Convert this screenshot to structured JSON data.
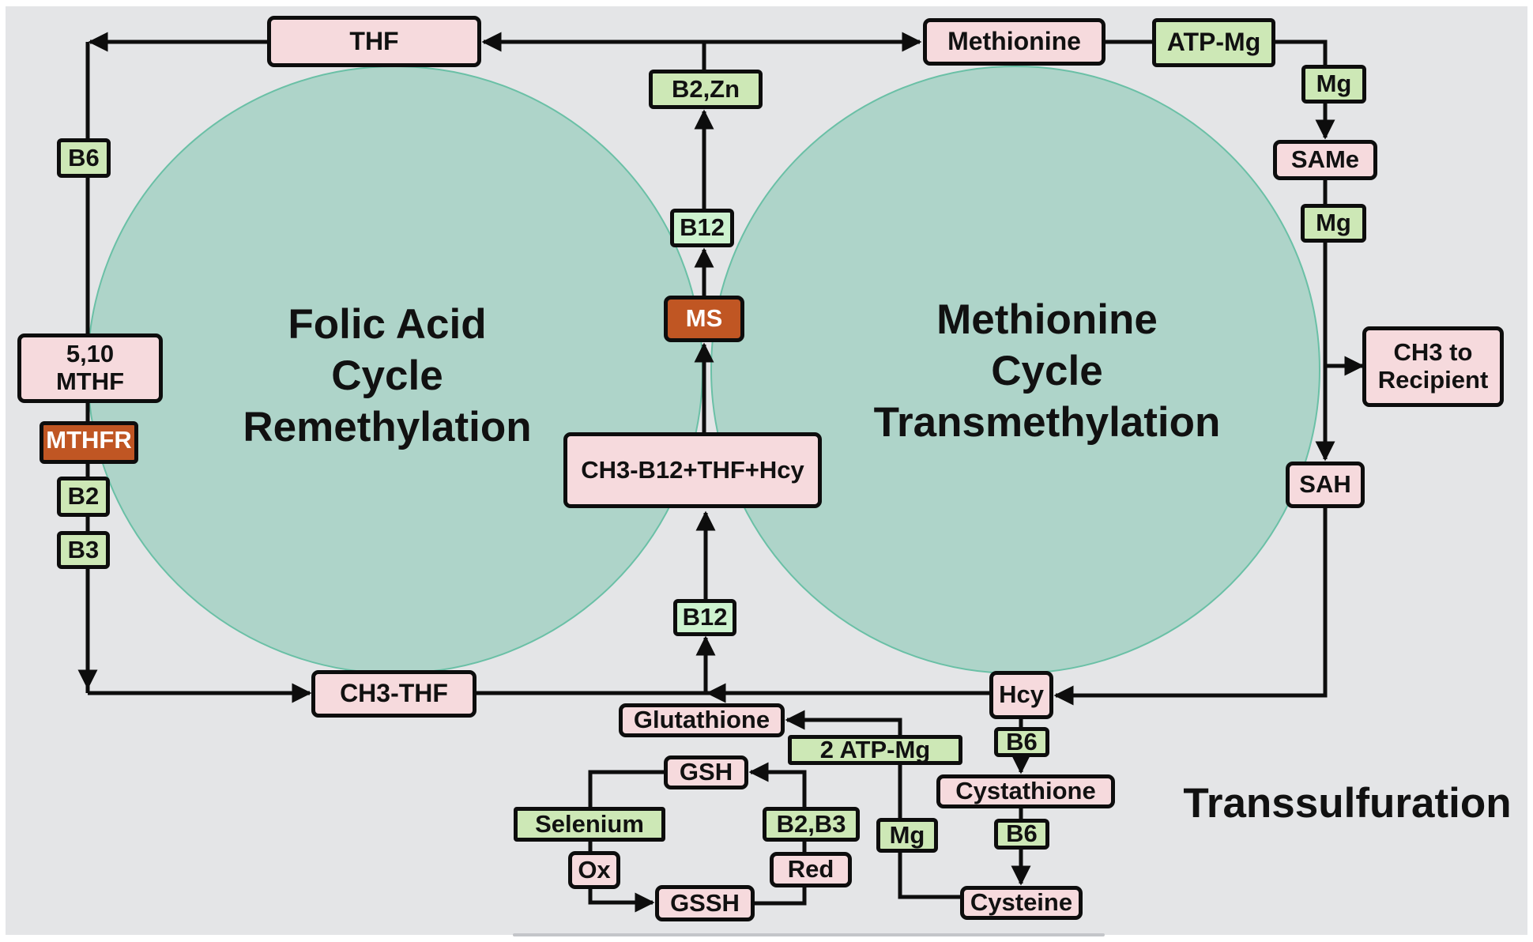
{
  "diagram": {
    "colors": {
      "background": "#e4e5e7",
      "circle_fill": "#aed4c9",
      "circle_stroke": "#6ac0a6",
      "metabolite_fill": "#f6dadd",
      "cofactor_fill": "#cde8b6",
      "b12_fill": "#cdf3cf",
      "enzyme_fill": "#c05623",
      "line": "#0d0d0d"
    },
    "cycles": {
      "folic": [
        "Folic Acid",
        "Cycle",
        "Remethylation"
      ],
      "methionine": [
        "Methionine",
        "Cycle",
        "Transmethylation"
      ],
      "transsulfuration": "Transsulfuration"
    },
    "metabolites": {
      "thf": "THF",
      "methionine": "Methionine",
      "same": "SAMe",
      "ch3_recipient_l1": "CH3 to",
      "ch3_recipient_l2": "Recipient",
      "sah": "SAH",
      "hcy": "Hcy",
      "ch3_thf": "CH3-THF",
      "mthf_l1": "5,10",
      "mthf_l2": "MTHF",
      "ch3_b12_complex": "CH3-B12+THF+Hcy",
      "glutathione": "Glutathione",
      "gsh": "GSH",
      "gssh": "GSSH",
      "ox": "Ox",
      "red": "Red",
      "cystathione": "Cystathione",
      "cysteine": "Cysteine"
    },
    "enzymes": {
      "ms": "MS",
      "mthfr": "MTHFR"
    },
    "cofactors": {
      "b6_left": "B6",
      "b2_left": "B2",
      "b3_left": "B3",
      "b2_zn": "B2,Zn",
      "b12_upper": "B12",
      "b12_lower": "B12",
      "atp_mg": "ATP-Mg",
      "mg_upper": "Mg",
      "mg_lower": "Mg",
      "two_atp_mg": "2 ATP-Mg",
      "mg_bottom": "Mg",
      "selenium": "Selenium",
      "b2_b3": "B2,B3",
      "b6_hcy": "B6",
      "b6_cys": "B6"
    }
  }
}
